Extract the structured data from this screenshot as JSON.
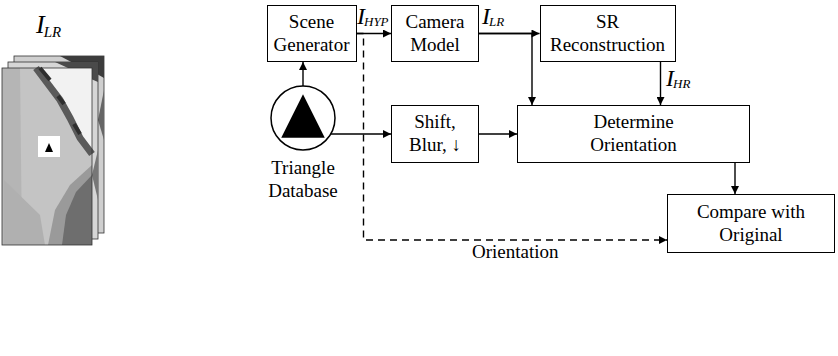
{
  "diagram": {
    "nodes": [
      {
        "text": [
          "Scene Generator"
        ]
      },
      {
        "text": [
          "Camera Model"
        ]
      },
      {
        "text": [
          "SR Reconstruction"
        ]
      },
      {
        "text": [
          "Triangle Database"
        ]
      },
      {
        "text": [
          "Shift, Blur, ↓"
        ]
      },
      {
        "text": [
          "Determine Orientation"
        ]
      },
      {
        "text": [
          "Compare with Original"
        ]
      }
    ],
    "edges": [
      {
        "from": 3,
        "to": 0,
        "arrow": "to"
      },
      {
        "from": 0,
        "to": 1,
        "arrow": "to"
      },
      {
        "from": 1,
        "to": 2,
        "arrow": "to"
      },
      {
        "from": 1,
        "to": 5,
        "arrow": "to"
      },
      {
        "from": 2,
        "to": 5,
        "arrow": "to"
      },
      {
        "from": 3,
        "to": 4,
        "arrow": "to"
      },
      {
        "from": 4,
        "to": 5,
        "arrow": "to"
      },
      {
        "from": 5,
        "to": 6,
        "arrow": "to"
      },
      {
        "from": 0,
        "to": 6,
        "arrow": "to",
        "label": "Orientation"
      }
    ],
    "labels": [
      "I",
      "LR",
      "I",
      "HYP",
      "I",
      "LR",
      "I",
      "HR"
    ]
  }
}
